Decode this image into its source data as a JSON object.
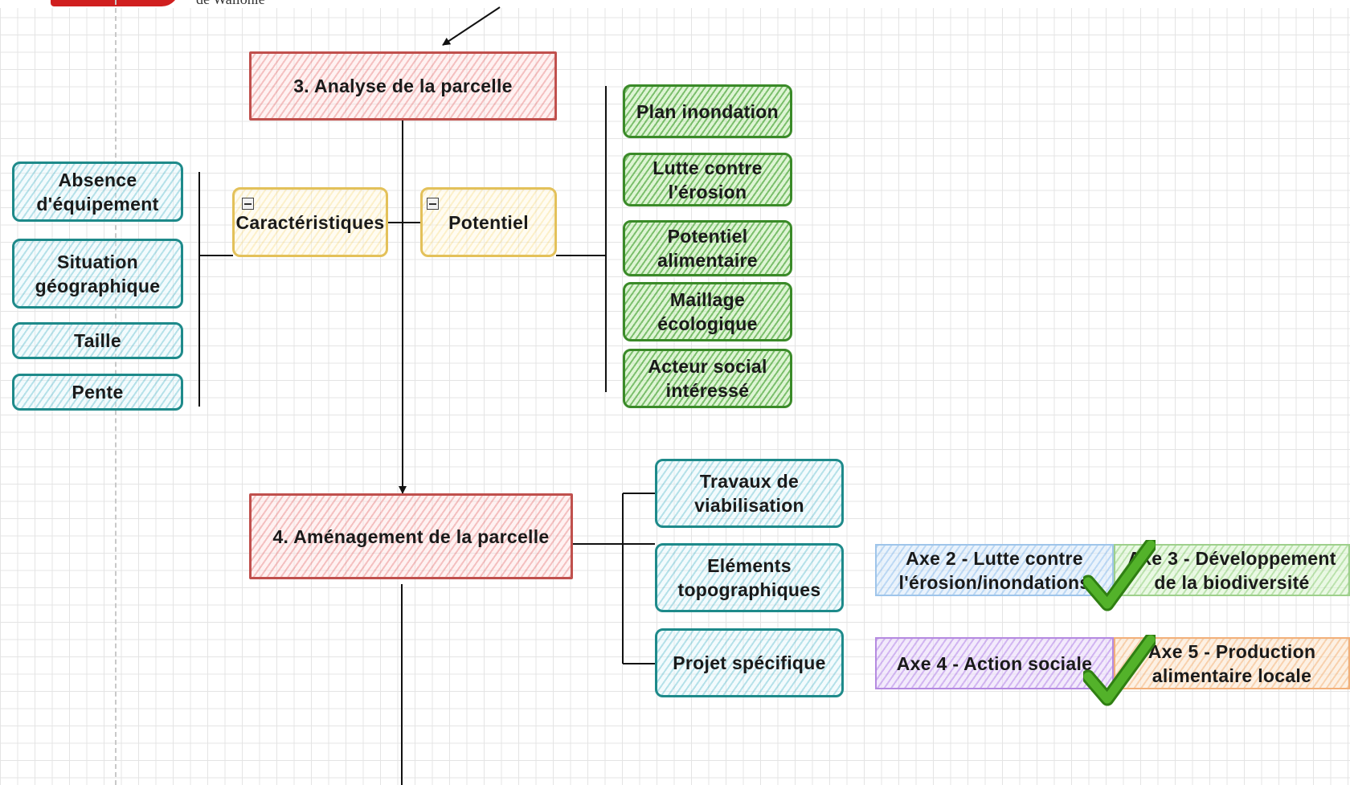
{
  "header": {
    "logo_text": "de Wallonie"
  },
  "nodes": {
    "step3": "3. Analyse de la parcelle",
    "step4": "4. Aménagement de la parcelle",
    "caracteristiques": "Caractéristiques",
    "potentiel": "Potentiel",
    "absence_equipement": "Absence d'équipement",
    "situation_geo": "Situation géographique",
    "taille": "Taille",
    "pente": "Pente",
    "plan_inondation": "Plan inondation",
    "lutte_erosion": "Lutte contre l'érosion",
    "potentiel_alimentaire": "Potentiel alimentaire",
    "maillage_ecologique": "Maillage écologique",
    "acteur_social": "Acteur social intéressé",
    "travaux_viabilisation": "Travaux de viabilisation",
    "elements_topo": "Eléments topographiques",
    "projet_specifique": "Projet spécifique"
  },
  "axes": {
    "axe2": "Axe 2 - Lutte contre l'érosion/inondations",
    "axe3": "Axe 3 - Développement de la biodiversité",
    "axe4": "Axe 4 - Action sociale",
    "axe5": "Axe 5 - Production alimentaire locale"
  },
  "colors": {
    "red_border": "#c0504d",
    "teal_border": "#1e8a8a",
    "green_border": "#3a8a28",
    "yellow_border": "#e3c15a",
    "checkmark": "#3f9a1e"
  },
  "icons": [
    "collapse-minus-icon",
    "checkmark-icon",
    "arrow-icon"
  ]
}
